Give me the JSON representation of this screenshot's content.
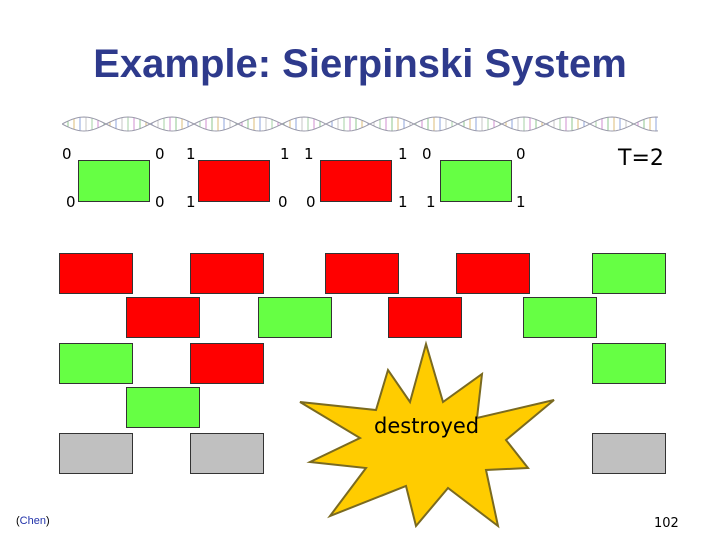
{
  "title": "Example: Sierpinski System",
  "time_label": "T=2",
  "burst_label": "destroyed",
  "credit": "Chen",
  "page_number": "102",
  "colors": {
    "red": "#ff0000",
    "green": "#66ff44",
    "gray": "#c0c0c0",
    "star": "#ffcc00",
    "title": "#2e3a8c"
  },
  "seed_tiles": [
    {
      "top": [
        "0",
        "0"
      ],
      "bottom": [
        "0",
        "0"
      ],
      "color": "green"
    },
    {
      "top": [
        "1",
        "1"
      ],
      "bottom": [
        "1",
        "0"
      ],
      "color": "red"
    },
    {
      "top": [
        "1",
        "1"
      ],
      "bottom": [
        "0",
        "1"
      ],
      "color": "red"
    },
    {
      "top": [
        "0",
        "0"
      ],
      "bottom": [
        "1",
        "1"
      ],
      "color": "green"
    }
  ],
  "assembly_rows": [
    [
      "red",
      "red",
      "red",
      "red",
      "green"
    ],
    [
      "red",
      "green",
      "red",
      "green"
    ],
    [
      "green",
      "red",
      "",
      "green"
    ],
    [
      "green",
      ""
    ],
    [
      "gray",
      "gray",
      "",
      "gray"
    ]
  ]
}
